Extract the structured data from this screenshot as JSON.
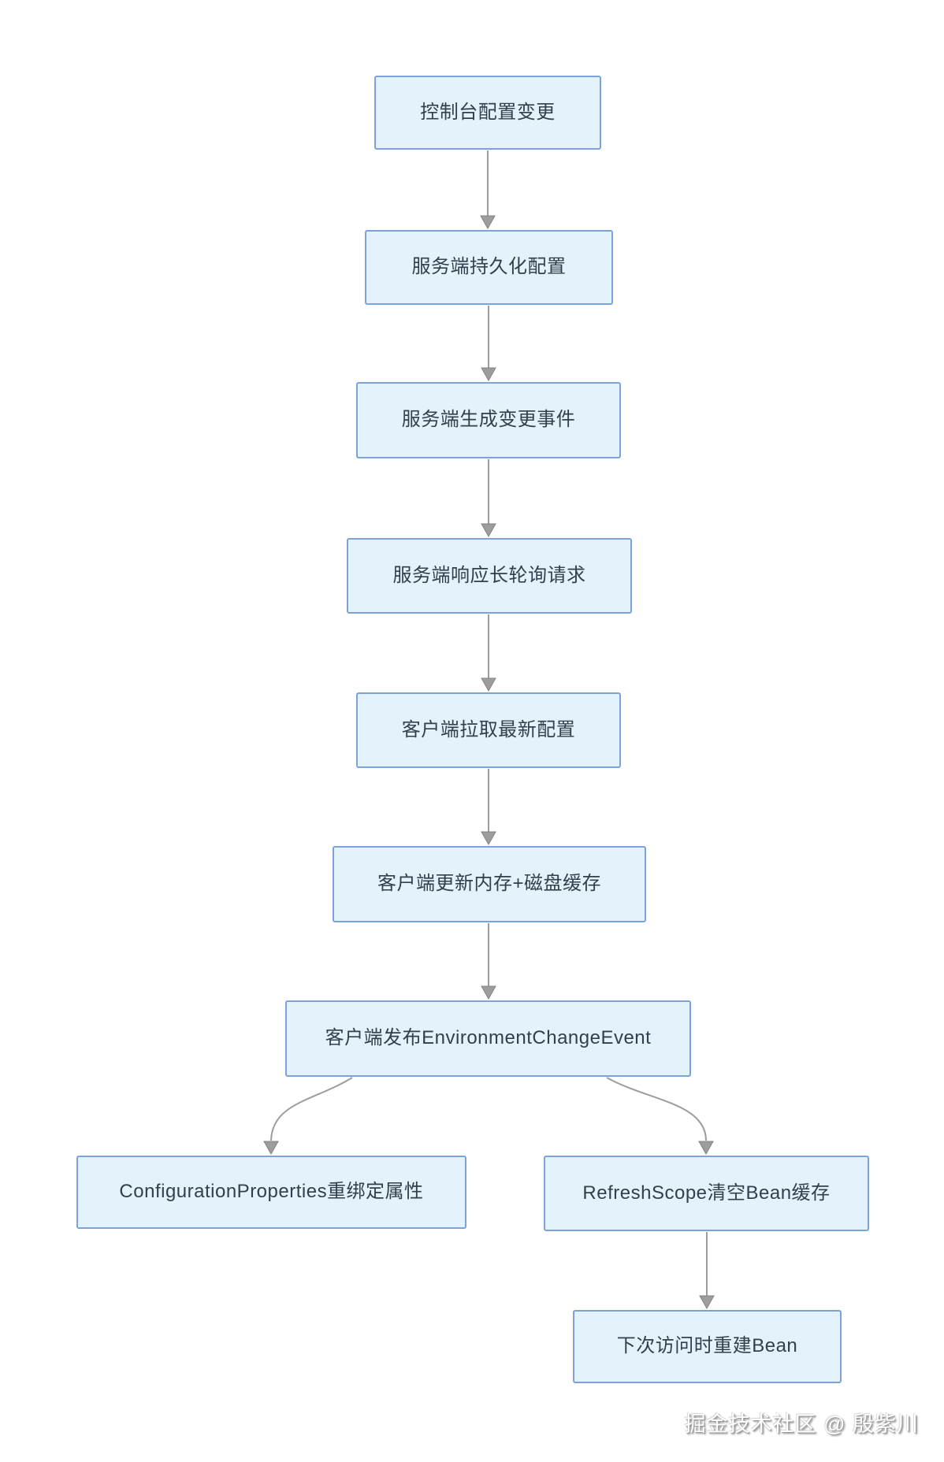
{
  "flowchart": {
    "nodes": [
      {
        "id": "console-config-change",
        "label": "控制台配置变更"
      },
      {
        "id": "server-persist-config",
        "label": "服务端持久化配置"
      },
      {
        "id": "server-generate-change-event",
        "label": "服务端生成变更事件"
      },
      {
        "id": "server-respond-long-polling",
        "label": "服务端响应长轮询请求"
      },
      {
        "id": "client-pull-latest-config",
        "label": "客户端拉取最新配置"
      },
      {
        "id": "client-update-memory-disk-cache",
        "label": "客户端更新内存+磁盘缓存"
      },
      {
        "id": "client-publish-environment-change-event",
        "label": "客户端发布EnvironmentChangeEvent"
      },
      {
        "id": "configuration-properties-rebind",
        "label": "ConfigurationProperties重绑定属性"
      },
      {
        "id": "refresh-scope-clear-bean-cache",
        "label": "RefreshScope清空Bean缓存"
      },
      {
        "id": "rebuild-bean-on-next-access",
        "label": "下次访问时重建Bean"
      }
    ],
    "edges": [
      {
        "from": "console-config-change",
        "to": "server-persist-config"
      },
      {
        "from": "server-persist-config",
        "to": "server-generate-change-event"
      },
      {
        "from": "server-generate-change-event",
        "to": "server-respond-long-polling"
      },
      {
        "from": "server-respond-long-polling",
        "to": "client-pull-latest-config"
      },
      {
        "from": "client-pull-latest-config",
        "to": "client-update-memory-disk-cache"
      },
      {
        "from": "client-update-memory-disk-cache",
        "to": "client-publish-environment-change-event"
      },
      {
        "from": "client-publish-environment-change-event",
        "to": "configuration-properties-rebind"
      },
      {
        "from": "client-publish-environment-change-event",
        "to": "refresh-scope-clear-bean-cache"
      },
      {
        "from": "refresh-scope-clear-bean-cache",
        "to": "rebuild-bean-on-next-access"
      }
    ]
  },
  "watermark": "掘金技术社区 @ 殷紫川",
  "colors": {
    "background": "#ffffff",
    "node_fill": "#e4f2fc",
    "node_border": "#7ba3d9",
    "node_text": "#31404c",
    "arrow": "#9d9d9d"
  }
}
